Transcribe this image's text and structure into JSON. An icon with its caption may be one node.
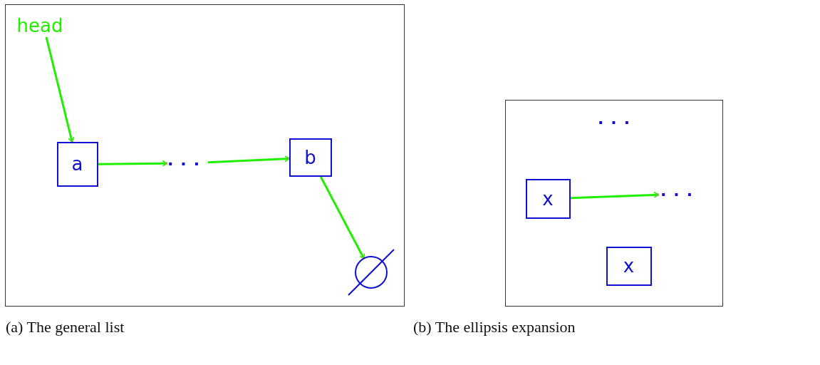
{
  "diagram": {
    "nodes": [
      {
        "text": [],
        "shape": "box",
        "beside": [
          "(a) The general list"
        ]
      },
      {
        "text": [
          "head"
        ],
        "in": 0
      },
      {
        "text": [
          "a"
        ],
        "in": 0
      },
      {
        "text": [
          "..."
        ],
        "in": 0
      },
      {
        "text": [
          "b"
        ],
        "in": 0
      },
      {
        "text": [],
        "shape": "circle",
        "in": 0
      },
      {
        "text": [],
        "shape": "box",
        "beside": [
          "(b) The ellipsis expansion"
        ]
      },
      {
        "text": [
          "..."
        ],
        "in": 6
      },
      {
        "text": [
          "x"
        ],
        "in": 6
      },
      {
        "text": [
          "..."
        ],
        "in": 6
      },
      {
        "text": [
          "x"
        ],
        "in": 6
      }
    ],
    "edges": [
      {
        "from": 1,
        "to": 2,
        "arrow": "to"
      },
      {
        "from": 2,
        "to": 3,
        "arrow": "to"
      },
      {
        "from": 3,
        "to": 4,
        "arrow": "to"
      },
      {
        "from": 4,
        "to": 5,
        "arrow": "to"
      },
      {
        "from": 8,
        "to": 9,
        "arrow": "to"
      }
    ]
  }
}
